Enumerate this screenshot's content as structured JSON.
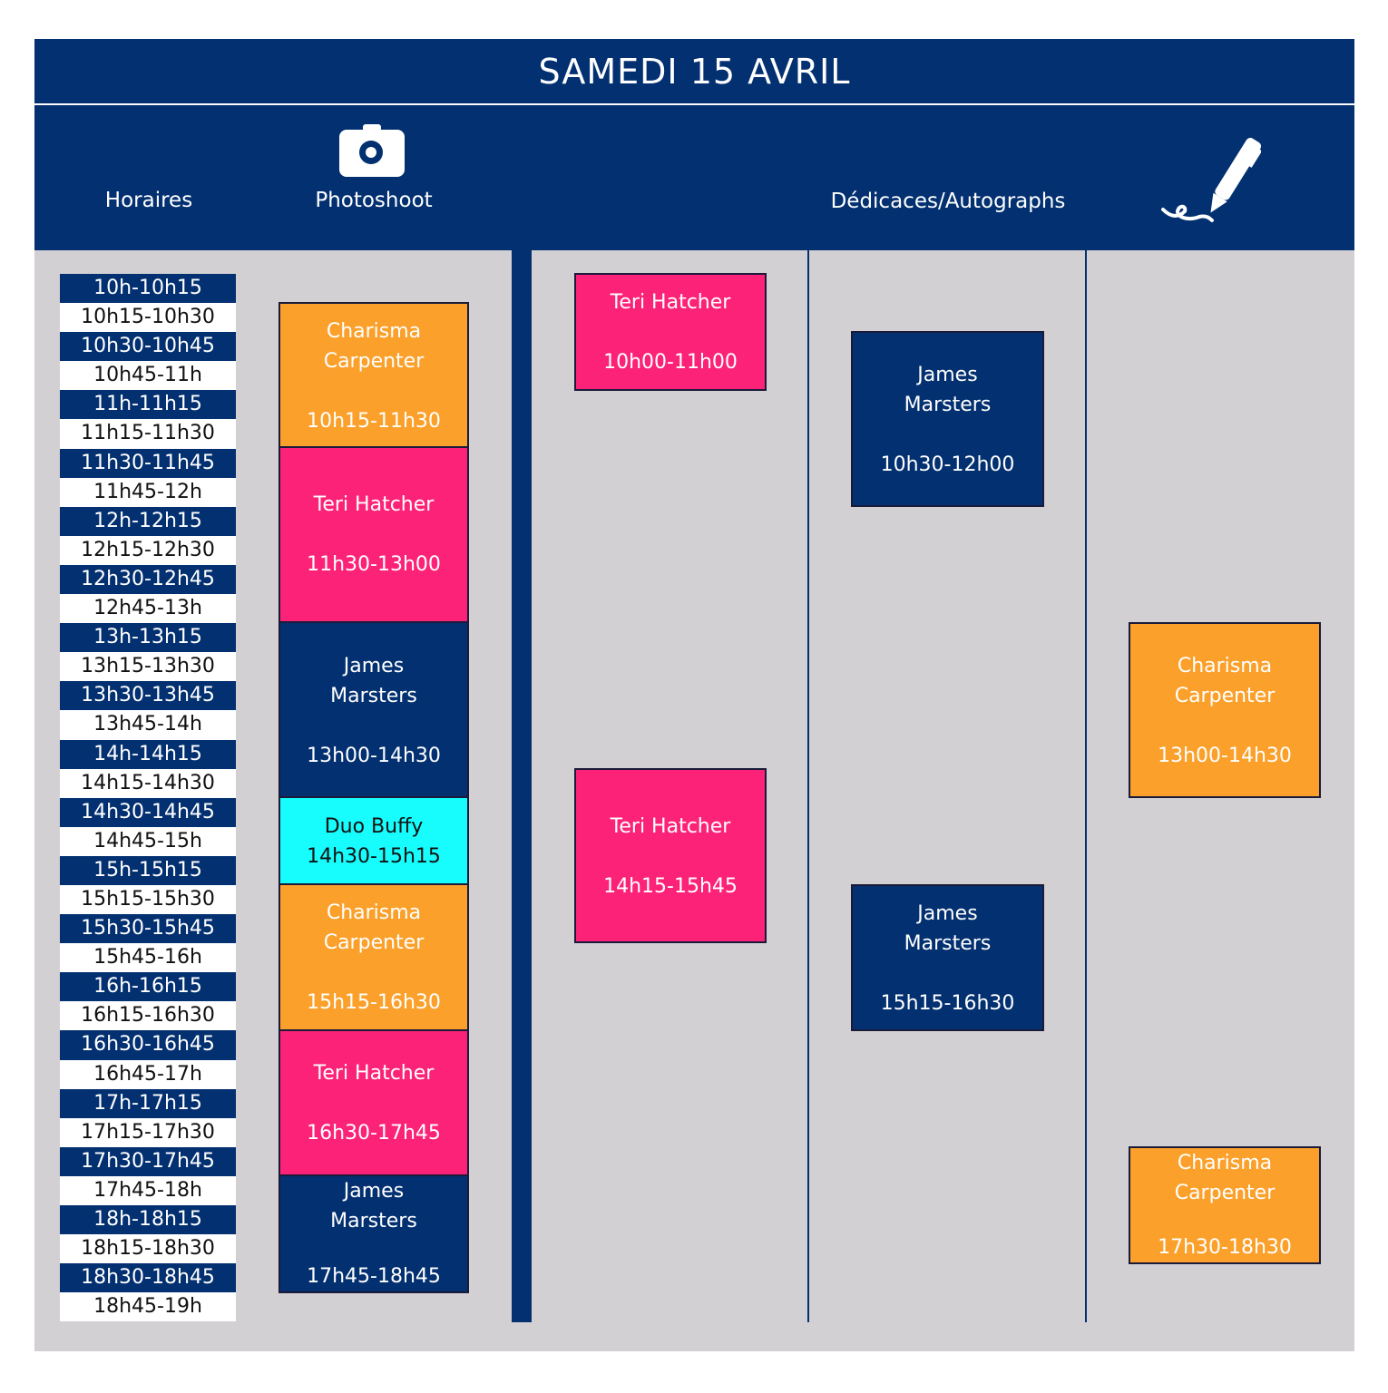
{
  "title": "SAMEDI 15 AVRIL",
  "headers": {
    "times": "Horaires",
    "photoshoot": "Photoshoot",
    "autographs": "Dédicaces/Autographs"
  },
  "icons": {
    "photoshoot": "camera-icon",
    "autographs": "pen-signature-icon"
  },
  "colors": {
    "navy": "#033070",
    "orange": "#fba02a",
    "pink": "#fc2277",
    "cyan": "#17fdfe",
    "grey": "#d2d0d2"
  },
  "time_slots": [
    "10h-10h15",
    "10h15-10h30",
    "10h30-10h45",
    "10h45-11h",
    "11h-11h15",
    "11h15-11h30",
    "11h30-11h45",
    "11h45-12h",
    "12h-12h15",
    "12h15-12h30",
    "12h30-12h45",
    "12h45-13h",
    "13h-13h15",
    "13h15-13h30",
    "13h30-13h45",
    "13h45-14h",
    "14h-14h15",
    "14h15-14h30",
    "14h30-14h45",
    "14h45-15h",
    "15h-15h15",
    "15h15-15h30",
    "15h30-15h45",
    "15h45-16h",
    "16h-16h15",
    "16h15-16h30",
    "16h30-16h45",
    "16h45-17h",
    "17h-17h15",
    "17h15-17h30",
    "17h30-17h45",
    "17h45-18h",
    "18h-18h15",
    "18h15-18h30",
    "18h30-18h45",
    "18h45-19h"
  ],
  "photoshoot": [
    {
      "name": "Charisma\nCarpenter",
      "time": "10h15-11h30",
      "color": "orange"
    },
    {
      "name": "Teri Hatcher",
      "time": "11h30-13h00",
      "color": "pink"
    },
    {
      "name": "James\nMarsters",
      "time": "13h00-14h30",
      "color": "navy"
    },
    {
      "name": "Duo Buffy",
      "time": "14h30-15h15",
      "color": "cyan"
    },
    {
      "name": "Charisma\nCarpenter",
      "time": "15h15-16h30",
      "color": "orange"
    },
    {
      "name": "Teri Hatcher",
      "time": "16h30-17h45",
      "color": "pink"
    },
    {
      "name": "James\nMarsters",
      "time": "17h45-18h45",
      "color": "navy"
    }
  ],
  "autographs": {
    "column_1": [
      {
        "name": "Teri Hatcher",
        "time": "10h00-11h00",
        "color": "pink"
      },
      {
        "name": "Teri Hatcher",
        "time": "14h15-15h45",
        "color": "pink"
      }
    ],
    "column_2": [
      {
        "name": "James\nMarsters",
        "time": "10h30-12h00",
        "color": "navy"
      },
      {
        "name": "James\nMarsters",
        "time": "15h15-16h30",
        "color": "navy"
      }
    ],
    "column_3": [
      {
        "name": "Charisma\nCarpenter",
        "time": "13h00-14h30",
        "color": "orange"
      },
      {
        "name": "Charisma\nCarpenter",
        "time": "17h30-18h30",
        "color": "orange"
      }
    ]
  }
}
